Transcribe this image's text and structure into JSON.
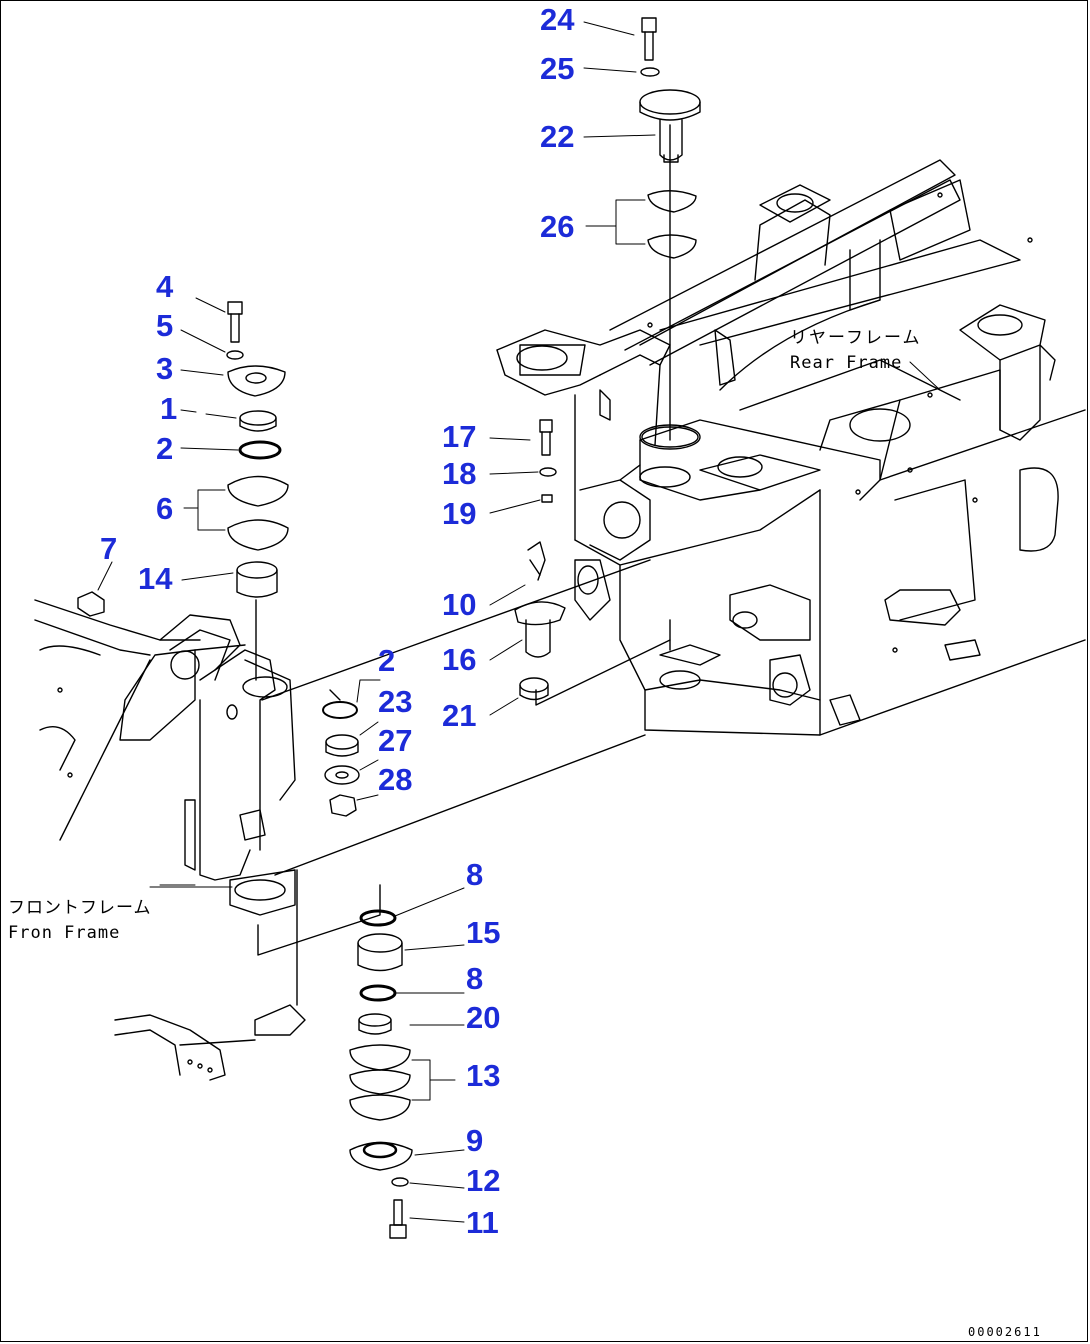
{
  "labels": {
    "rear_frame_jp": "リヤーフレーム",
    "rear_frame_en": "Rear Frame",
    "front_frame_jp": "フロントフレーム",
    "front_frame_en": "Fron  Frame"
  },
  "parts": {
    "p1": "1",
    "p2a": "2",
    "p2b": "2",
    "p3": "3",
    "p4": "4",
    "p5": "5",
    "p6": "6",
    "p7": "7",
    "p8a": "8",
    "p8b": "8",
    "p9": "9",
    "p10": "10",
    "p11": "11",
    "p12": "12",
    "p13": "13",
    "p14": "14",
    "p15": "15",
    "p16": "16",
    "p17": "17",
    "p18": "18",
    "p19": "19",
    "p20": "20",
    "p21": "21",
    "p22": "22",
    "p23": "23",
    "p24": "24",
    "p25": "25",
    "p26": "26",
    "p27": "27",
    "p28": "28"
  },
  "drawing_code": "00002611",
  "colors": {
    "callout": "#1c2bd8",
    "line": "#000000"
  }
}
